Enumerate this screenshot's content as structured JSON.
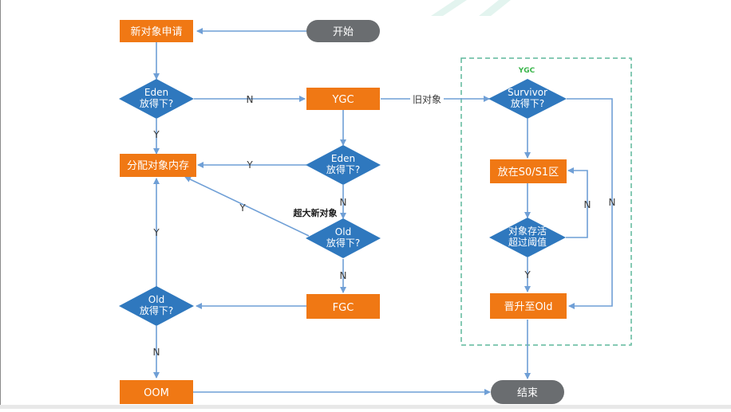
{
  "nodes": {
    "start": "开始",
    "new_obj": "新对象申请",
    "eden_check1": [
      "Eden",
      "放得下?"
    ],
    "ygc": "YGC",
    "eden_check2": [
      "Eden",
      "放得下?"
    ],
    "alloc": "分配对象内存",
    "old_check1": [
      "Old",
      "放得下?"
    ],
    "fgc": "FGC",
    "old_check2": [
      "Old",
      "放得下?"
    ],
    "oom": "OOM",
    "end": "结束",
    "survivor_check": [
      "Survivor",
      "放得下?"
    ],
    "put_s0s1": "放在S0/S1区",
    "age_check": [
      "对象存活",
      "超过阈值"
    ],
    "promote": "晋升至Old"
  },
  "labels": {
    "n": "N",
    "y": "Y",
    "old_obj": "旧对象",
    "large_obj": "超大新对象",
    "ygc_region": "YGC"
  },
  "colors": {
    "process": "#f07814",
    "decision": "#2f78be",
    "terminal": "#6a6d70",
    "arrow": "#6f9fd6",
    "region_border": "#5fb89c"
  }
}
